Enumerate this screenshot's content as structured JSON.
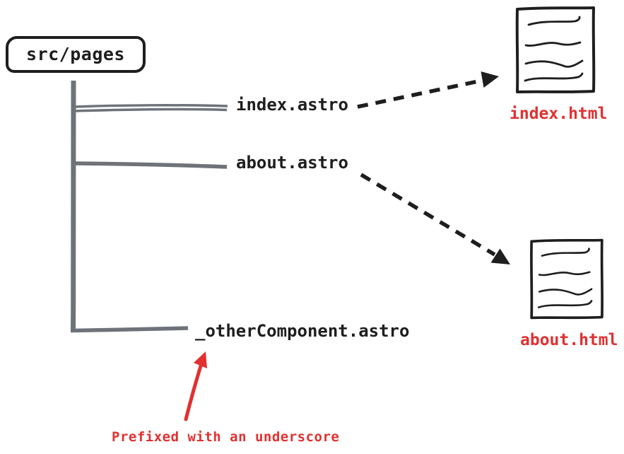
{
  "diagram": {
    "folder": {
      "label": "src/pages"
    },
    "files": [
      {
        "label": "index.astro"
      },
      {
        "label": "about.astro"
      },
      {
        "label": "_otherComponent.astro"
      }
    ],
    "outputs": [
      {
        "label": "index.html"
      },
      {
        "label": "about.html"
      }
    ],
    "annotation": {
      "label": "Prefixed with an underscore"
    },
    "colors": {
      "ink": "#1e1e1e",
      "tree_gray": "#6e737a",
      "accent_red": "#e03131",
      "background": "#ffffff"
    }
  }
}
